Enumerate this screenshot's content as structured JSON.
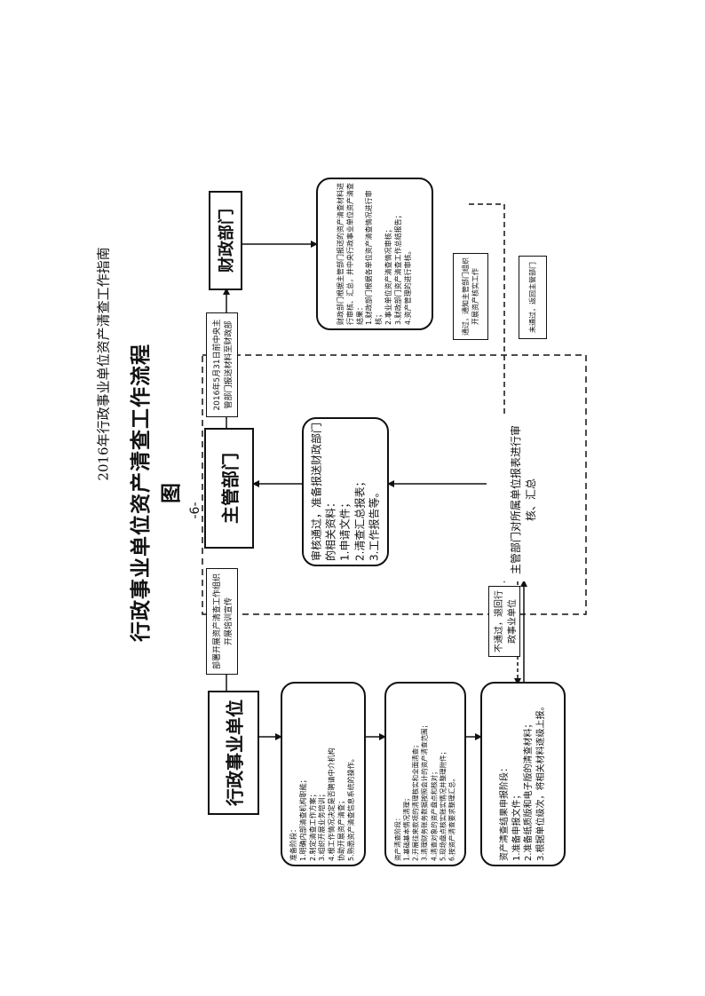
{
  "header": "2016年行政事业单位资产清查工作指南",
  "page_title": "行政事业单位资产清查工作流程图",
  "page_number": "-6-",
  "columns": {
    "unit": "行政事业单位",
    "competent": "主管部门",
    "finance": "财政部门"
  },
  "edges": {
    "unit_to_competent": "部署开展资产清查工作组织开展培训宣传",
    "competent_to_finance": "2016年5月31日前中央主管部门报送材料至财政部",
    "fail_return": "不通过，退回行政事业单位",
    "pass_notice": "通过，通知主管部门组织开展资产核实工作",
    "fail_finance": "未通过，返回主管部门"
  },
  "unit_steps": {
    "prepare": "准备阶段：\n1.明确内部清查机构职能；\n2.制定清查工作方案；\n3.组织开展业务培训；\n4.根工作情况决定是否聘请中介机构\n协助开展资产清查；\n5.熟悉资产清查信息系统的操作。",
    "inventory": "资产清查阶段：\n1.基础基本情况清理；\n2.开展往来款项的清理核实和全面清查；\n3.清理财务账务数据按照会计的资产清查范围；\n4.清查对象的资产盘点和核对；\n5.现场盘点核实账实情况并整理附件；\n6.按资产清查要求整理汇总。",
    "report": "资产清查结果申报阶段：\n1.准备申报文件；\n2.准备纸质版和电子版的清查材料；\n3.根据单位级次，将相关材料逐级上报。"
  },
  "competent_steps": {
    "review": "审核通过，准备报送财政部门的相关资料：\n1.申请文件；\n2.清查汇总报表；\n3.工作报告等。",
    "audit": "主管部门对所属单位报表进行审核、汇总"
  },
  "finance_steps": {
    "review": "财政部门根据主管部门报送的资产清查材料进行审核、汇总，并中央行政事业单位资产清查结果：\n1.财政部门根据各单位资产清查情况进行审核；\n2.事业单位资产清查情况审核；\n3.财政部门资产清查工作总结报告；\n4.资产管理的进行审核。"
  }
}
